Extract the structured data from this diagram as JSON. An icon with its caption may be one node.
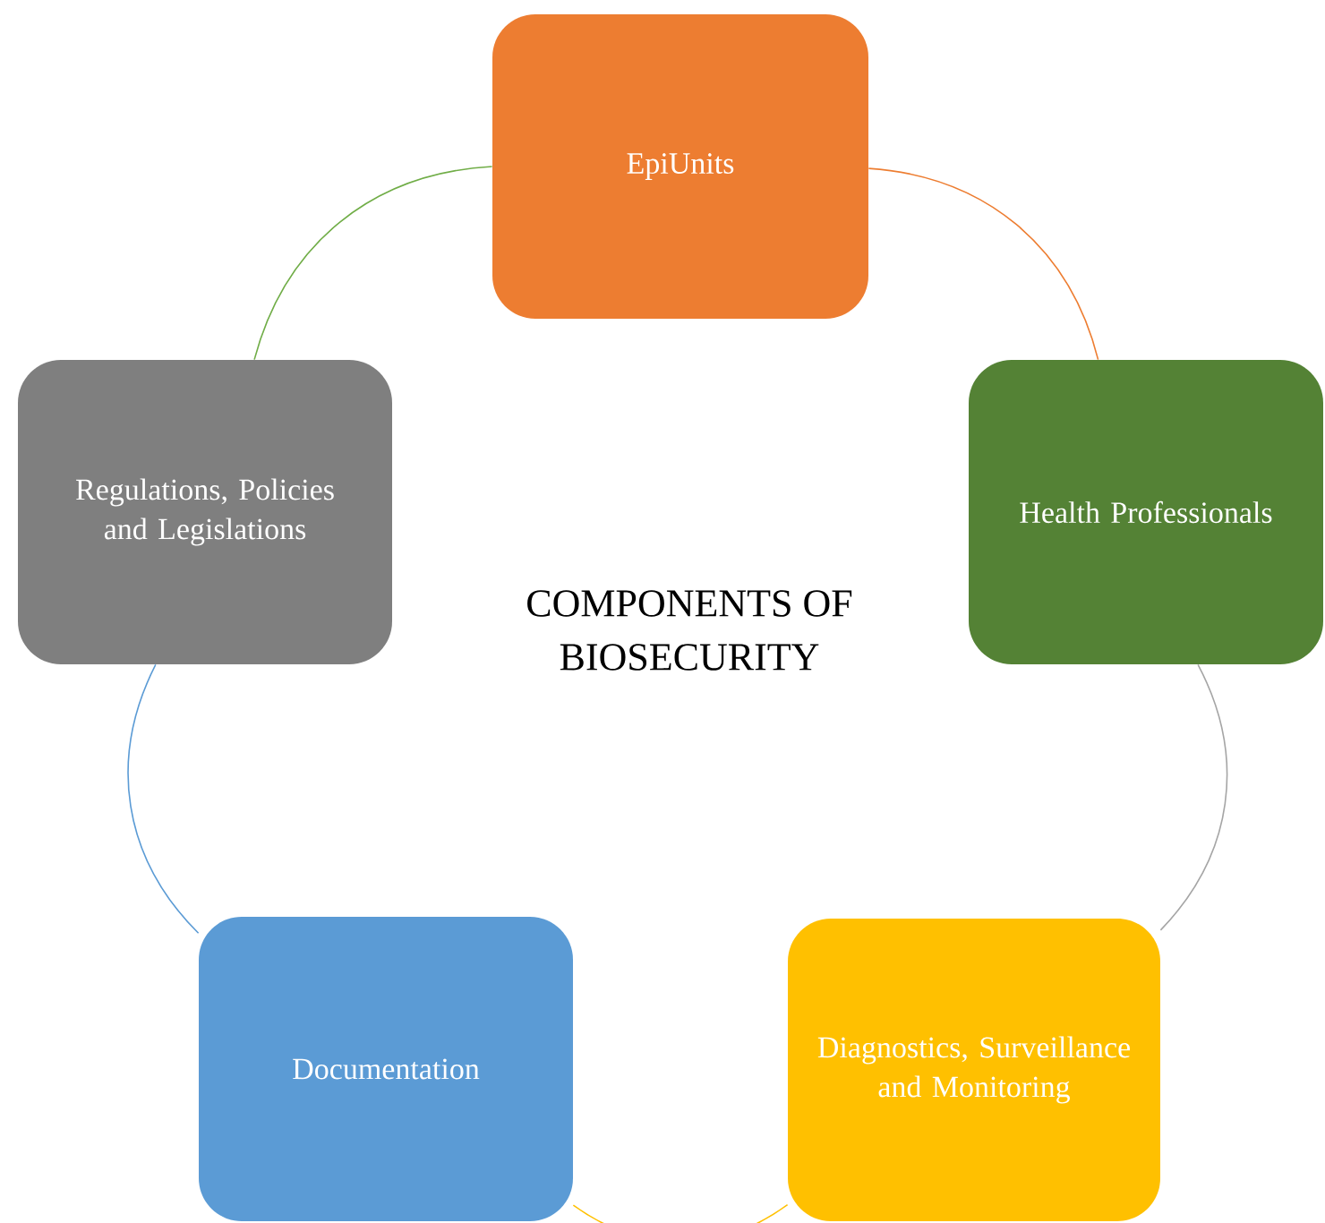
{
  "diagram": {
    "title": "COMPONENTS OF BIOSECURITY",
    "nodes": [
      {
        "text": [
          "EpiUnits"
        ]
      },
      {
        "text": [
          "Health Professionals"
        ]
      },
      {
        "text": [
          "Diagnostics, Surveillance and Monitoring"
        ]
      },
      {
        "text": [
          "Documentation"
        ]
      },
      {
        "text": [
          "Regulations, Policies and Legislations"
        ]
      }
    ],
    "edges": [
      {
        "from": 0,
        "to": 1,
        "arrow": "none",
        "color": "#ed7d31"
      },
      {
        "from": 1,
        "to": 2,
        "arrow": "none",
        "color": "#a5a5a5"
      },
      {
        "from": 2,
        "to": 3,
        "arrow": "none",
        "color": "#ffc000"
      },
      {
        "from": 3,
        "to": 4,
        "arrow": "none",
        "color": "#5b9bd5"
      },
      {
        "from": 4,
        "to": 0,
        "arrow": "none",
        "color": "#70ad47"
      }
    ]
  }
}
